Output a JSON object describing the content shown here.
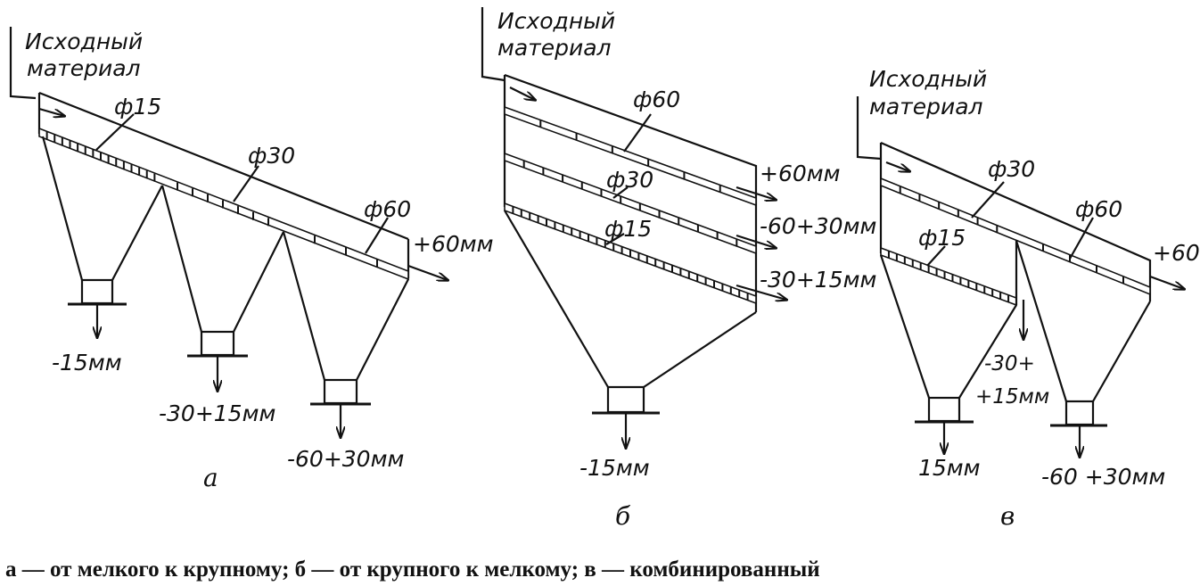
{
  "diagram_a": {
    "feed_label_line1": "Исходный",
    "feed_label_line2": "материал",
    "mesh_1": "ф15",
    "mesh_2": "ф30",
    "mesh_3": "ф60",
    "oversize": "+60мм",
    "out_1": "-15мм",
    "out_2": "-30+15мм",
    "out_3": "-60+30мм",
    "letter": "а"
  },
  "diagram_b": {
    "feed_label_line1": "Исходный",
    "feed_label_line2": "материал",
    "mesh_1": "ф60",
    "mesh_2": "ф30",
    "mesh_3": "ф15",
    "out_top": "+60мм",
    "out_mid": "-60+30мм",
    "out_low": "-30+15мм",
    "out_bottom": "-15мм",
    "letter": "б"
  },
  "diagram_c": {
    "feed_label_line1": "Исходный",
    "feed_label_line2": "материал",
    "mesh_top_1": "ф30",
    "mesh_top_2": "ф60",
    "mesh_low": "ф15",
    "oversize": "+60",
    "out_mid_line1": "-30+",
    "out_mid_line2": "+15мм",
    "out_left": "15мм",
    "out_right": "-60 +30мм",
    "letter": "в"
  },
  "caption": "а — от мелкого к крупному; б — от крупного к мелкому; в — комбинированный"
}
